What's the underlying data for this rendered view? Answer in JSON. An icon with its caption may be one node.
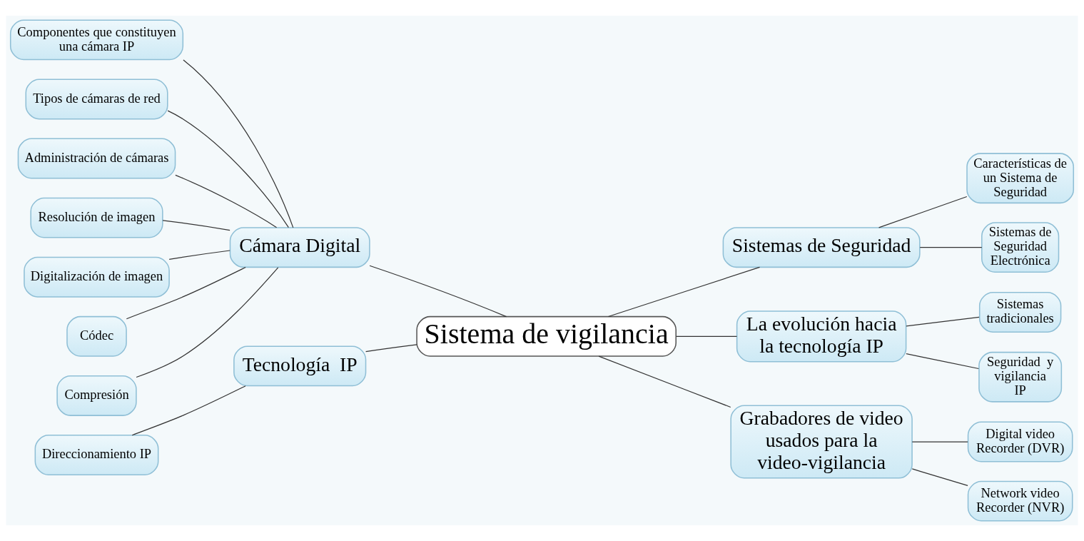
{
  "diagram": {
    "nodes": [
      {
        "text": [
          "Sistema de vigilancia"
        ]
      },
      {
        "text": [
          "Sistemas de Seguridad"
        ]
      },
      {
        "text": [
          "Características de un Sistema de Seguridad"
        ]
      },
      {
        "text": [
          "Sistemas de Seguridad Electrónica"
        ]
      },
      {
        "text": [
          "La evolución hacia la tecnología IP"
        ]
      },
      {
        "text": [
          "Sistemas tradicionales"
        ]
      },
      {
        "text": [
          "Seguridad  y vigilancia IP"
        ]
      },
      {
        "text": [
          "Grabadores de video usados para la video-vigilancia"
        ]
      },
      {
        "text": [
          "Digital video Recorder (DVR)"
        ]
      },
      {
        "text": [
          "Network video Recorder (NVR)"
        ]
      },
      {
        "text": [
          "Cámara Digital"
        ]
      },
      {
        "text": [
          "Componentes que constituyen una cámara IP"
        ]
      },
      {
        "text": [
          "Tipos de cámaras de red"
        ]
      },
      {
        "text": [
          "Administración de cámaras"
        ]
      },
      {
        "text": [
          "Resolución de imagen"
        ]
      },
      {
        "text": [
          "Digitalización de imagen"
        ]
      },
      {
        "text": [
          "Códec"
        ]
      },
      {
        "text": [
          "Compresión"
        ]
      },
      {
        "text": [
          "Tecnología  IP"
        ]
      },
      {
        "text": [
          "Direccionamiento IP"
        ]
      }
    ],
    "edges": [
      {
        "from": 0,
        "to": 1,
        "arrow": "none"
      },
      {
        "from": 1,
        "to": 2,
        "arrow": "none"
      },
      {
        "from": 1,
        "to": 3,
        "arrow": "none"
      },
      {
        "from": 0,
        "to": 4,
        "arrow": "none"
      },
      {
        "from": 4,
        "to": 5,
        "arrow": "none"
      },
      {
        "from": 4,
        "to": 6,
        "arrow": "none"
      },
      {
        "from": 0,
        "to": 7,
        "arrow": "none"
      },
      {
        "from": 7,
        "to": 8,
        "arrow": "none"
      },
      {
        "from": 7,
        "to": 9,
        "arrow": "none"
      },
      {
        "from": 0,
        "to": 10,
        "arrow": "none"
      },
      {
        "from": 10,
        "to": 11,
        "arrow": "none"
      },
      {
        "from": 10,
        "to": 12,
        "arrow": "none"
      },
      {
        "from": 10,
        "to": 13,
        "arrow": "none"
      },
      {
        "from": 10,
        "to": 14,
        "arrow": "none"
      },
      {
        "from": 10,
        "to": 15,
        "arrow": "none"
      },
      {
        "from": 10,
        "to": 16,
        "arrow": "none"
      },
      {
        "from": 10,
        "to": 17,
        "arrow": "none"
      },
      {
        "from": 0,
        "to": 18,
        "arrow": "none"
      },
      {
        "from": 18,
        "to": 19,
        "arrow": "none"
      }
    ]
  }
}
